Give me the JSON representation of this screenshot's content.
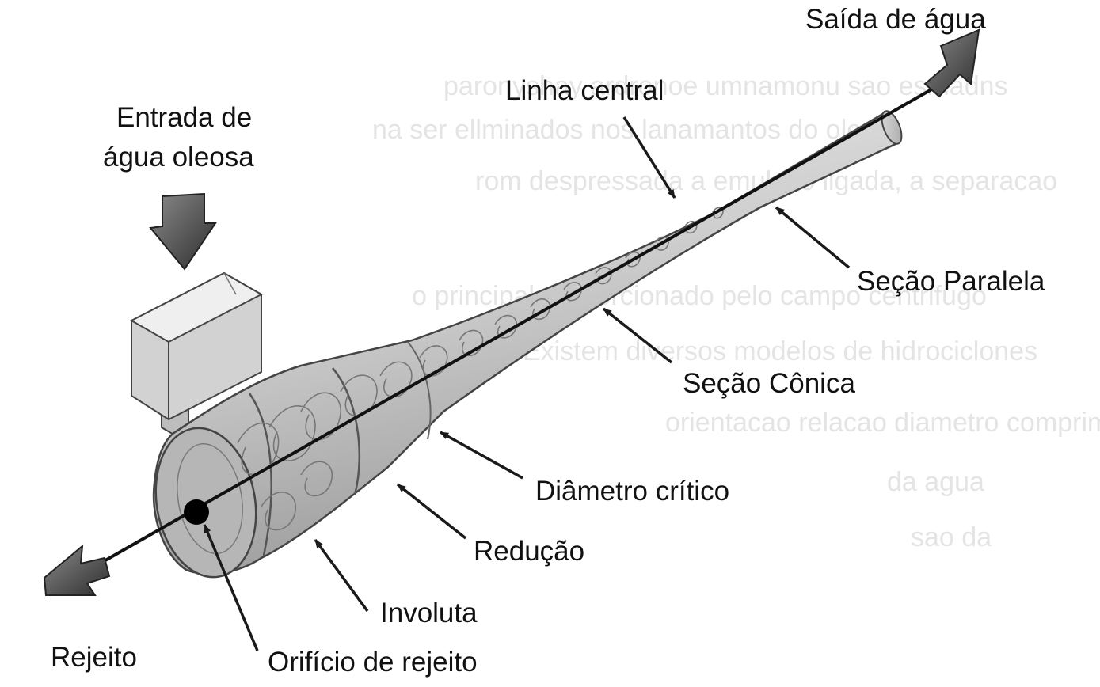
{
  "diagram": {
    "labels": {
      "water_outlet": "Saída de água",
      "centerline": "Linha central",
      "oily_water_inlet_line1": "Entrada de",
      "oily_water_inlet_line2": "água oleosa",
      "parallel_section": "Seção Paralela",
      "conical_section": "Seção Cônica",
      "critical_diameter": "Diâmetro crítico",
      "reduction": "Redução",
      "involute": "Involuta",
      "reject": "Rejeito",
      "reject_orifice": "Orifício de rejeito"
    },
    "colors": {
      "body_fill": "#cfcfcf",
      "body_shade": "#a9a9a9",
      "outline": "#444444",
      "arrow": "#1a1a1a",
      "background": "#ffffff"
    }
  }
}
